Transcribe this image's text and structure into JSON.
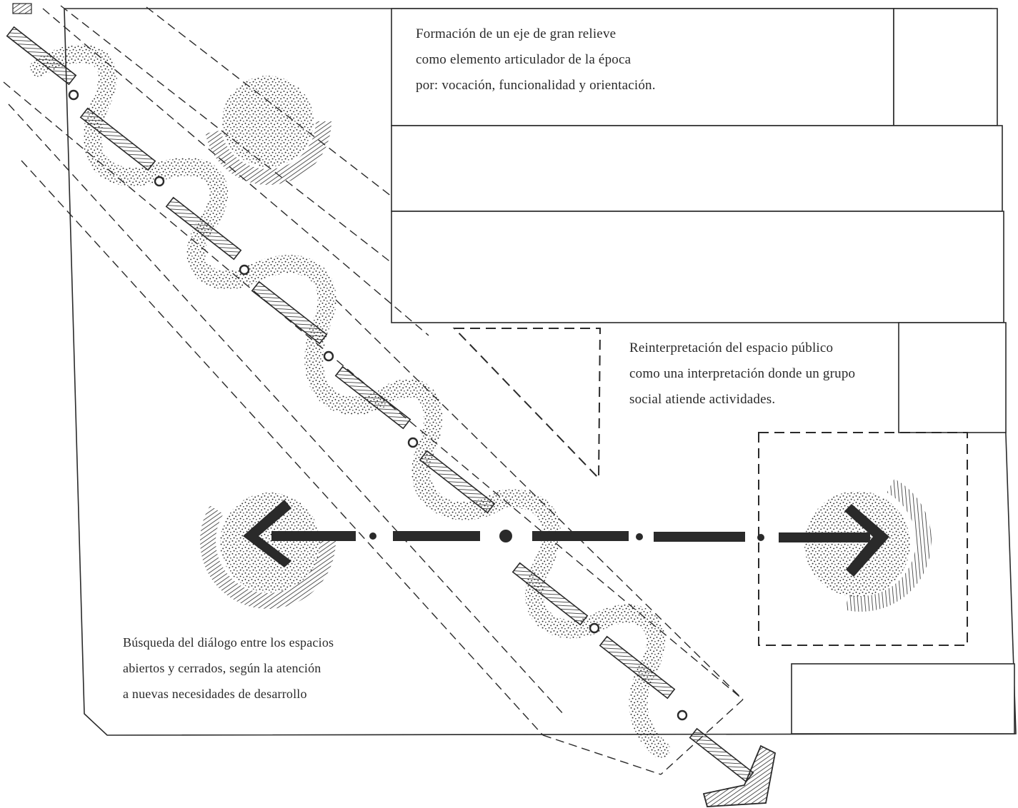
{
  "notes": {
    "axis_formation": {
      "lines": [
        "Formación de un eje de gran relieve",
        "como elemento articulador de la época",
        "por:  vocación, funcionalidad y orientación."
      ]
    },
    "public_space": {
      "lines": [
        "Reinterpretación del espacio público",
        "como una interpretación donde un grupo",
        "social atiende actividades."
      ]
    },
    "dialogue": {
      "lines": [
        "Búsqueda del diálogo entre los espacios",
        "abiertos y cerrados, según la atención",
        "a nuevas necesidades de desarrollo"
      ]
    }
  },
  "colors": {
    "ink": "#2a2a2a",
    "paper": "#ffffff"
  }
}
